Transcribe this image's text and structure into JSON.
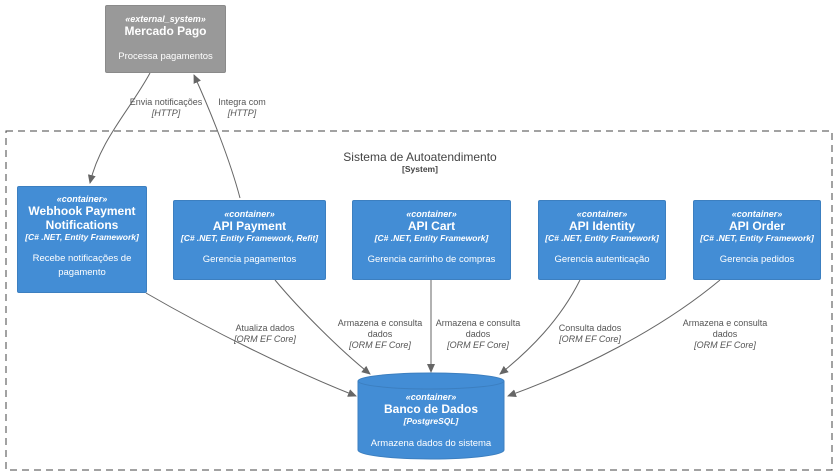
{
  "system_boundary": {
    "title": "Sistema de Autoatendimento",
    "tag": "[System]"
  },
  "external": {
    "stereotype": "«external_system»",
    "name": "Mercado Pago",
    "description": "Processa pagamentos"
  },
  "containers": {
    "webhook": {
      "stereotype": "«container»",
      "name_line1": "Webhook Payment",
      "name_line2": "Notifications",
      "tech": "[C# .NET, Entity Framework]",
      "desc_line1": "Recebe notificações de",
      "desc_line2": "pagamento"
    },
    "payment": {
      "stereotype": "«container»",
      "name": "API Payment",
      "tech": "[C# .NET, Entity Framework, Refit]",
      "desc": "Gerencia pagamentos"
    },
    "cart": {
      "stereotype": "«container»",
      "name": "API Cart",
      "tech": "[C# .NET, Entity Framework]",
      "desc": "Gerencia carrinho de compras"
    },
    "identity": {
      "stereotype": "«container»",
      "name": "API Identity",
      "tech": "[C# .NET, Entity Framework]",
      "desc": "Gerencia autenticação"
    },
    "order": {
      "stereotype": "«container»",
      "name": "API Order",
      "tech": "[C# .NET, Entity Framework]",
      "desc": "Gerencia pedidos"
    },
    "database": {
      "stereotype": "«container»",
      "name": "Banco de Dados",
      "tech": "[PostgreSQL]",
      "desc": "Armazena dados do sistema"
    }
  },
  "relations": {
    "envia": {
      "label": "Envia notificações",
      "tech": "[HTTP]"
    },
    "integra": {
      "label": "Integra com",
      "tech": "[HTTP]"
    },
    "atualiza": {
      "label": "Atualiza dados",
      "tech": "[ORM EF Core]"
    },
    "payment_db": {
      "label1": "Armazena e consulta",
      "label2": "dados",
      "tech": "[ORM EF Core]"
    },
    "cart_db": {
      "label1": "Armazena e consulta",
      "label2": "dados",
      "tech": "[ORM EF Core]"
    },
    "identity_db": {
      "label": "Consulta dados",
      "tech": "[ORM EF Core]"
    },
    "order_db": {
      "label1": "Armazena e consulta",
      "label2": "dados",
      "tech": "[ORM EF Core]"
    }
  },
  "colors": {
    "container": "#438dd5",
    "external": "#999999",
    "edge": "#666666",
    "boundary": "#444444"
  }
}
